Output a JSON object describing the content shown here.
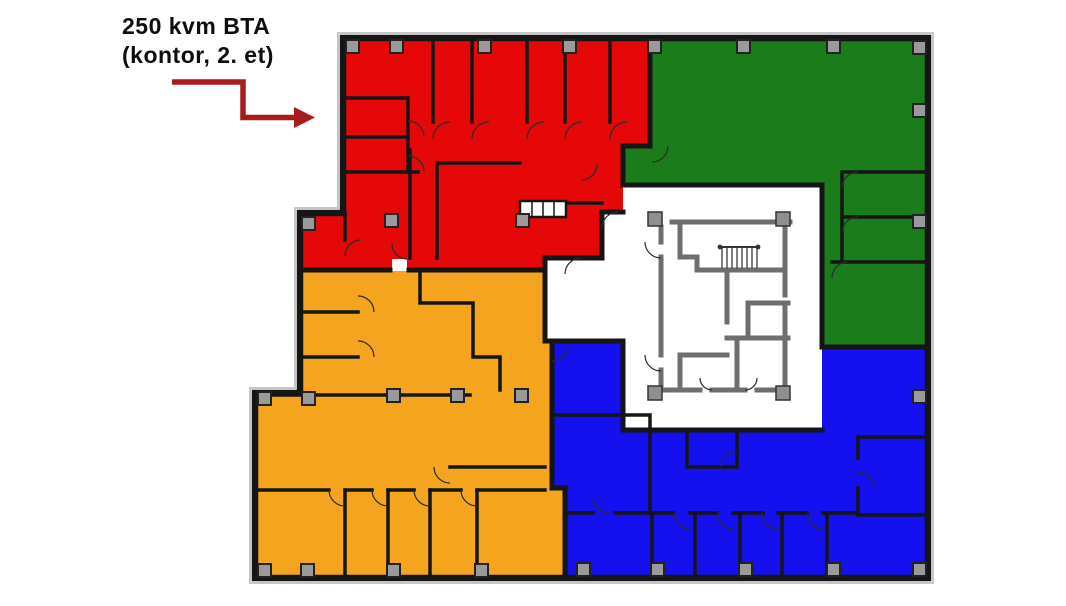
{
  "annotation": {
    "line1": "250 kvm BTA",
    "line2": "(kontor, 2. et)",
    "arrow_color": "#a81c1c"
  },
  "zones": [
    {
      "name": "red-zone",
      "color": "#e60808",
      "note": "highlighted area referenced by annotation"
    },
    {
      "name": "green-zone",
      "color": "#1a7c1a"
    },
    {
      "name": "orange-zone",
      "color": "#f5a41e"
    },
    {
      "name": "blue-zone",
      "color": "#1410ee"
    },
    {
      "name": "core",
      "color": "#ffffff"
    }
  ],
  "palette": {
    "wall": "#151515",
    "core_wall": "#6e6e6e",
    "column": "#9a9a9a",
    "outer_offset": "#c6c6c6",
    "stair_tread": "#555555"
  }
}
